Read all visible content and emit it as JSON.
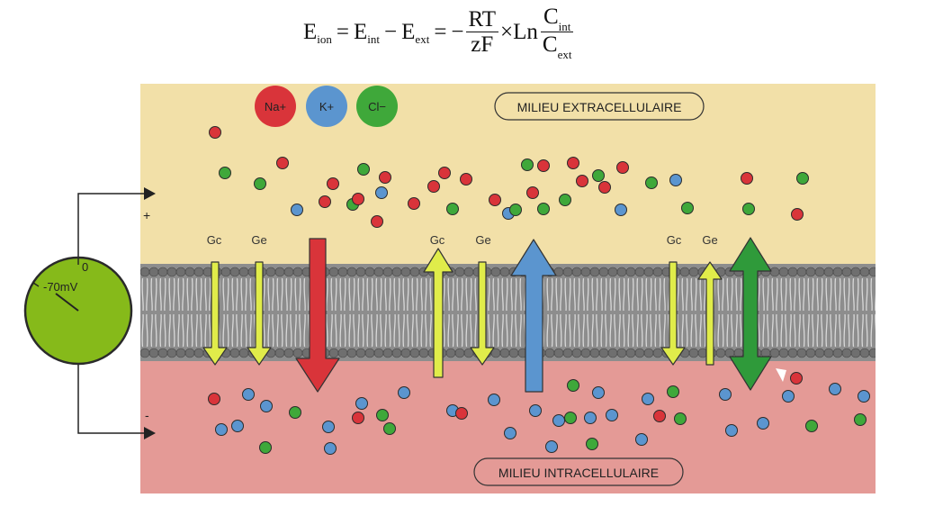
{
  "formula": {
    "E": "E",
    "ion": "ion",
    "int": "int",
    "ext": "ext",
    "eq": "=",
    "minus": "−",
    "rt": "RT",
    "zf": "zF",
    "times": "×",
    "ln": "Ln",
    "c": "C"
  },
  "ions": [
    {
      "label": "Na+",
      "color": "#d9343a"
    },
    {
      "label": "K+",
      "color": "#5b95cf"
    },
    {
      "label": "Cl−",
      "color": "#3fa83a"
    }
  ],
  "zones": {
    "extracellular": "MILIEU EXTRACELLULAIRE",
    "intracellular": "MILIEU INTRACELLULAIRE"
  },
  "channel_labels": [
    "Gc",
    "Ge",
    "Gc",
    "Ge",
    "Gc",
    "Ge"
  ],
  "voltmeter": {
    "zero": "0",
    "reading": "-70mV",
    "plus": "+",
    "minus": "-"
  },
  "colors": {
    "extracellular_bg": "#f2e0a8",
    "intracellular_bg": "#e49a96",
    "membrane": "#8a8a8a",
    "arrow_yellow": "#e0ec4a",
    "arrow_red": "#d9343a",
    "arrow_blue": "#5b95cf",
    "arrow_green": "#2f9a3a",
    "voltmeter_face": "#86ba1a"
  }
}
